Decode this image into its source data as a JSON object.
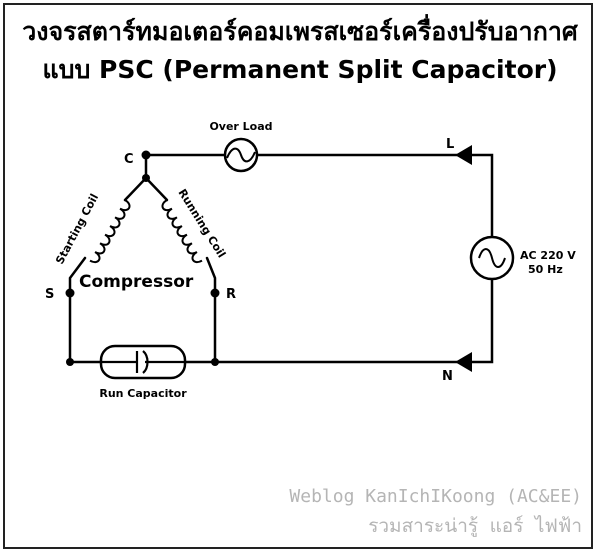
{
  "title": {
    "line1": "วงจรสตาร์ทมอเตอร์คอมเพรสเซอร์เครื่องปรับอากาศ",
    "line2": "แบบ PSC (Permanent Split Capacitor)"
  },
  "diagram": {
    "overload_label": "Over Load",
    "terminal_c": "C",
    "terminal_s": "S",
    "terminal_r": "R",
    "line_l": "L",
    "line_n": "N",
    "starting_coil": "Starting Coil",
    "running_coil": "Running Coil",
    "compressor": "Compressor",
    "run_capacitor": "Run Capacitor",
    "source_voltage": "AC 220 V",
    "source_freq": "50 Hz"
  },
  "watermark": {
    "line1": "Weblog KanIchIKoong (AC&EE)",
    "line2": "รวมสาระน่ารู้ แอร์ ไฟฟ้า"
  },
  "colors": {
    "wire": "#000000",
    "watermark": "#b5b5b5"
  }
}
